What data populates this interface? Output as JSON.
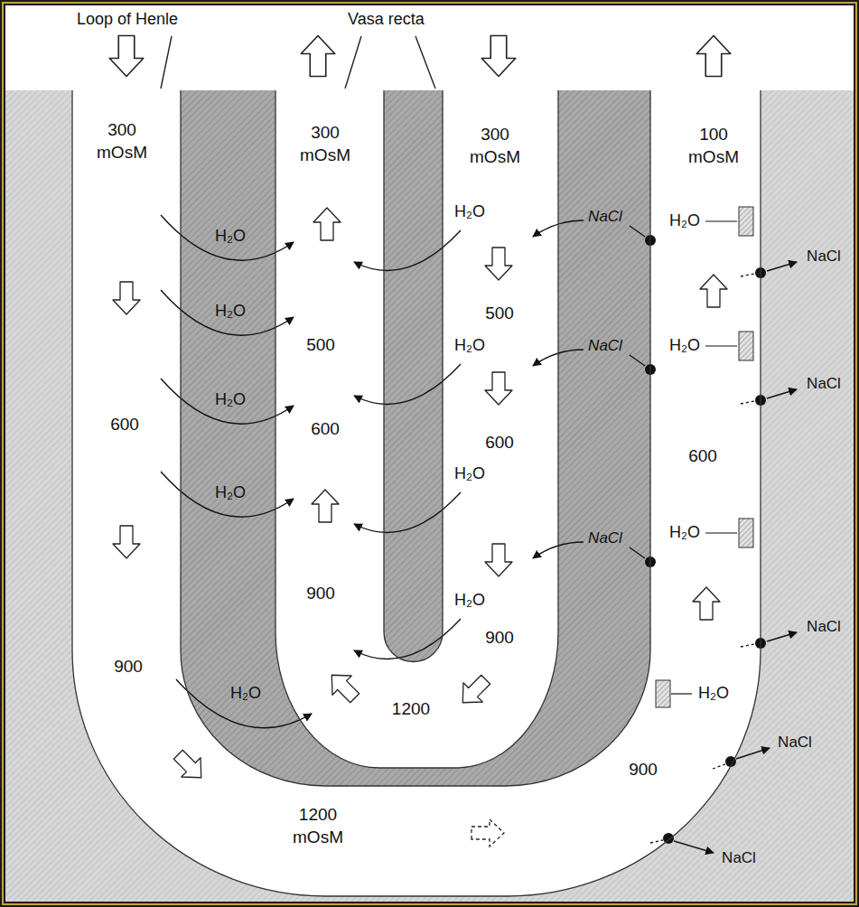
{
  "diagram": {
    "nodes": [
      {
        "text": [
          "300 mOsM",
          "600",
          "900",
          "1200 mOsM",
          "900",
          "600",
          "100 mOsM"
        ]
      },
      {
        "text": [
          "300 mOsM",
          "500",
          "600",
          "900",
          "1200",
          "900",
          "600",
          "500",
          "300 mOsM"
        ]
      }
    ],
    "labels": [
      "Loop of Henle",
      "Vasa recta",
      "H₂O",
      "H₂O",
      "H₂O",
      "H₂O",
      "H₂O",
      "H₂O",
      "H₂O",
      "H₂O",
      "H₂O",
      "H₂O",
      "H₂O",
      "H₂O",
      "H₂O",
      "NaCl",
      "NaCl",
      "NaCl",
      "NaCl",
      "NaCl",
      "NaCl",
      "NaCl",
      "NaCl"
    ]
  }
}
